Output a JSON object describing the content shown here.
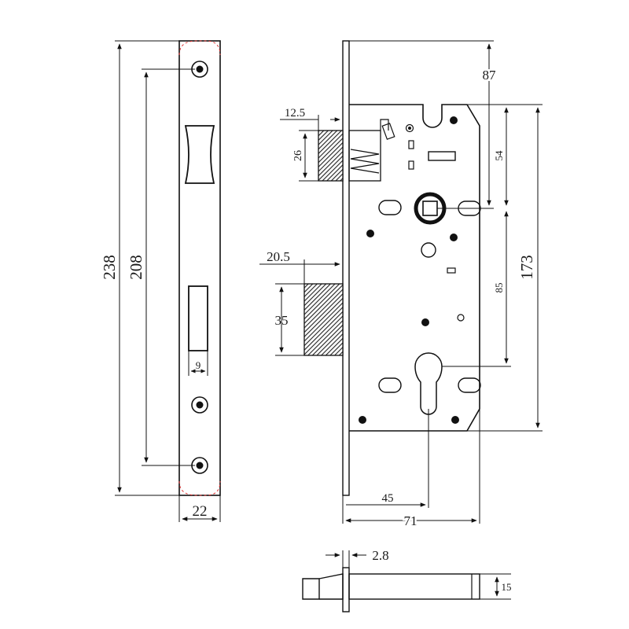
{
  "drawing": {
    "subject": "mortise lock body dimension drawing",
    "units": "mm",
    "faceplate": {
      "length": "238",
      "screw_spacing": "208",
      "width": "22",
      "slot_width": "9"
    },
    "lock_body": {
      "latch_projection": "12.5",
      "latch_height": "26",
      "deadbolt_projection": "20.5",
      "deadbolt_height": "35",
      "top_to_spindle": "87",
      "spindle_offset": "54",
      "body_height": "173",
      "spindle_to_cylinder": "85",
      "backset": "45",
      "body_depth": "71"
    },
    "bottom_view": {
      "faceplate_thickness": "2.8",
      "body_thickness": "15"
    }
  }
}
